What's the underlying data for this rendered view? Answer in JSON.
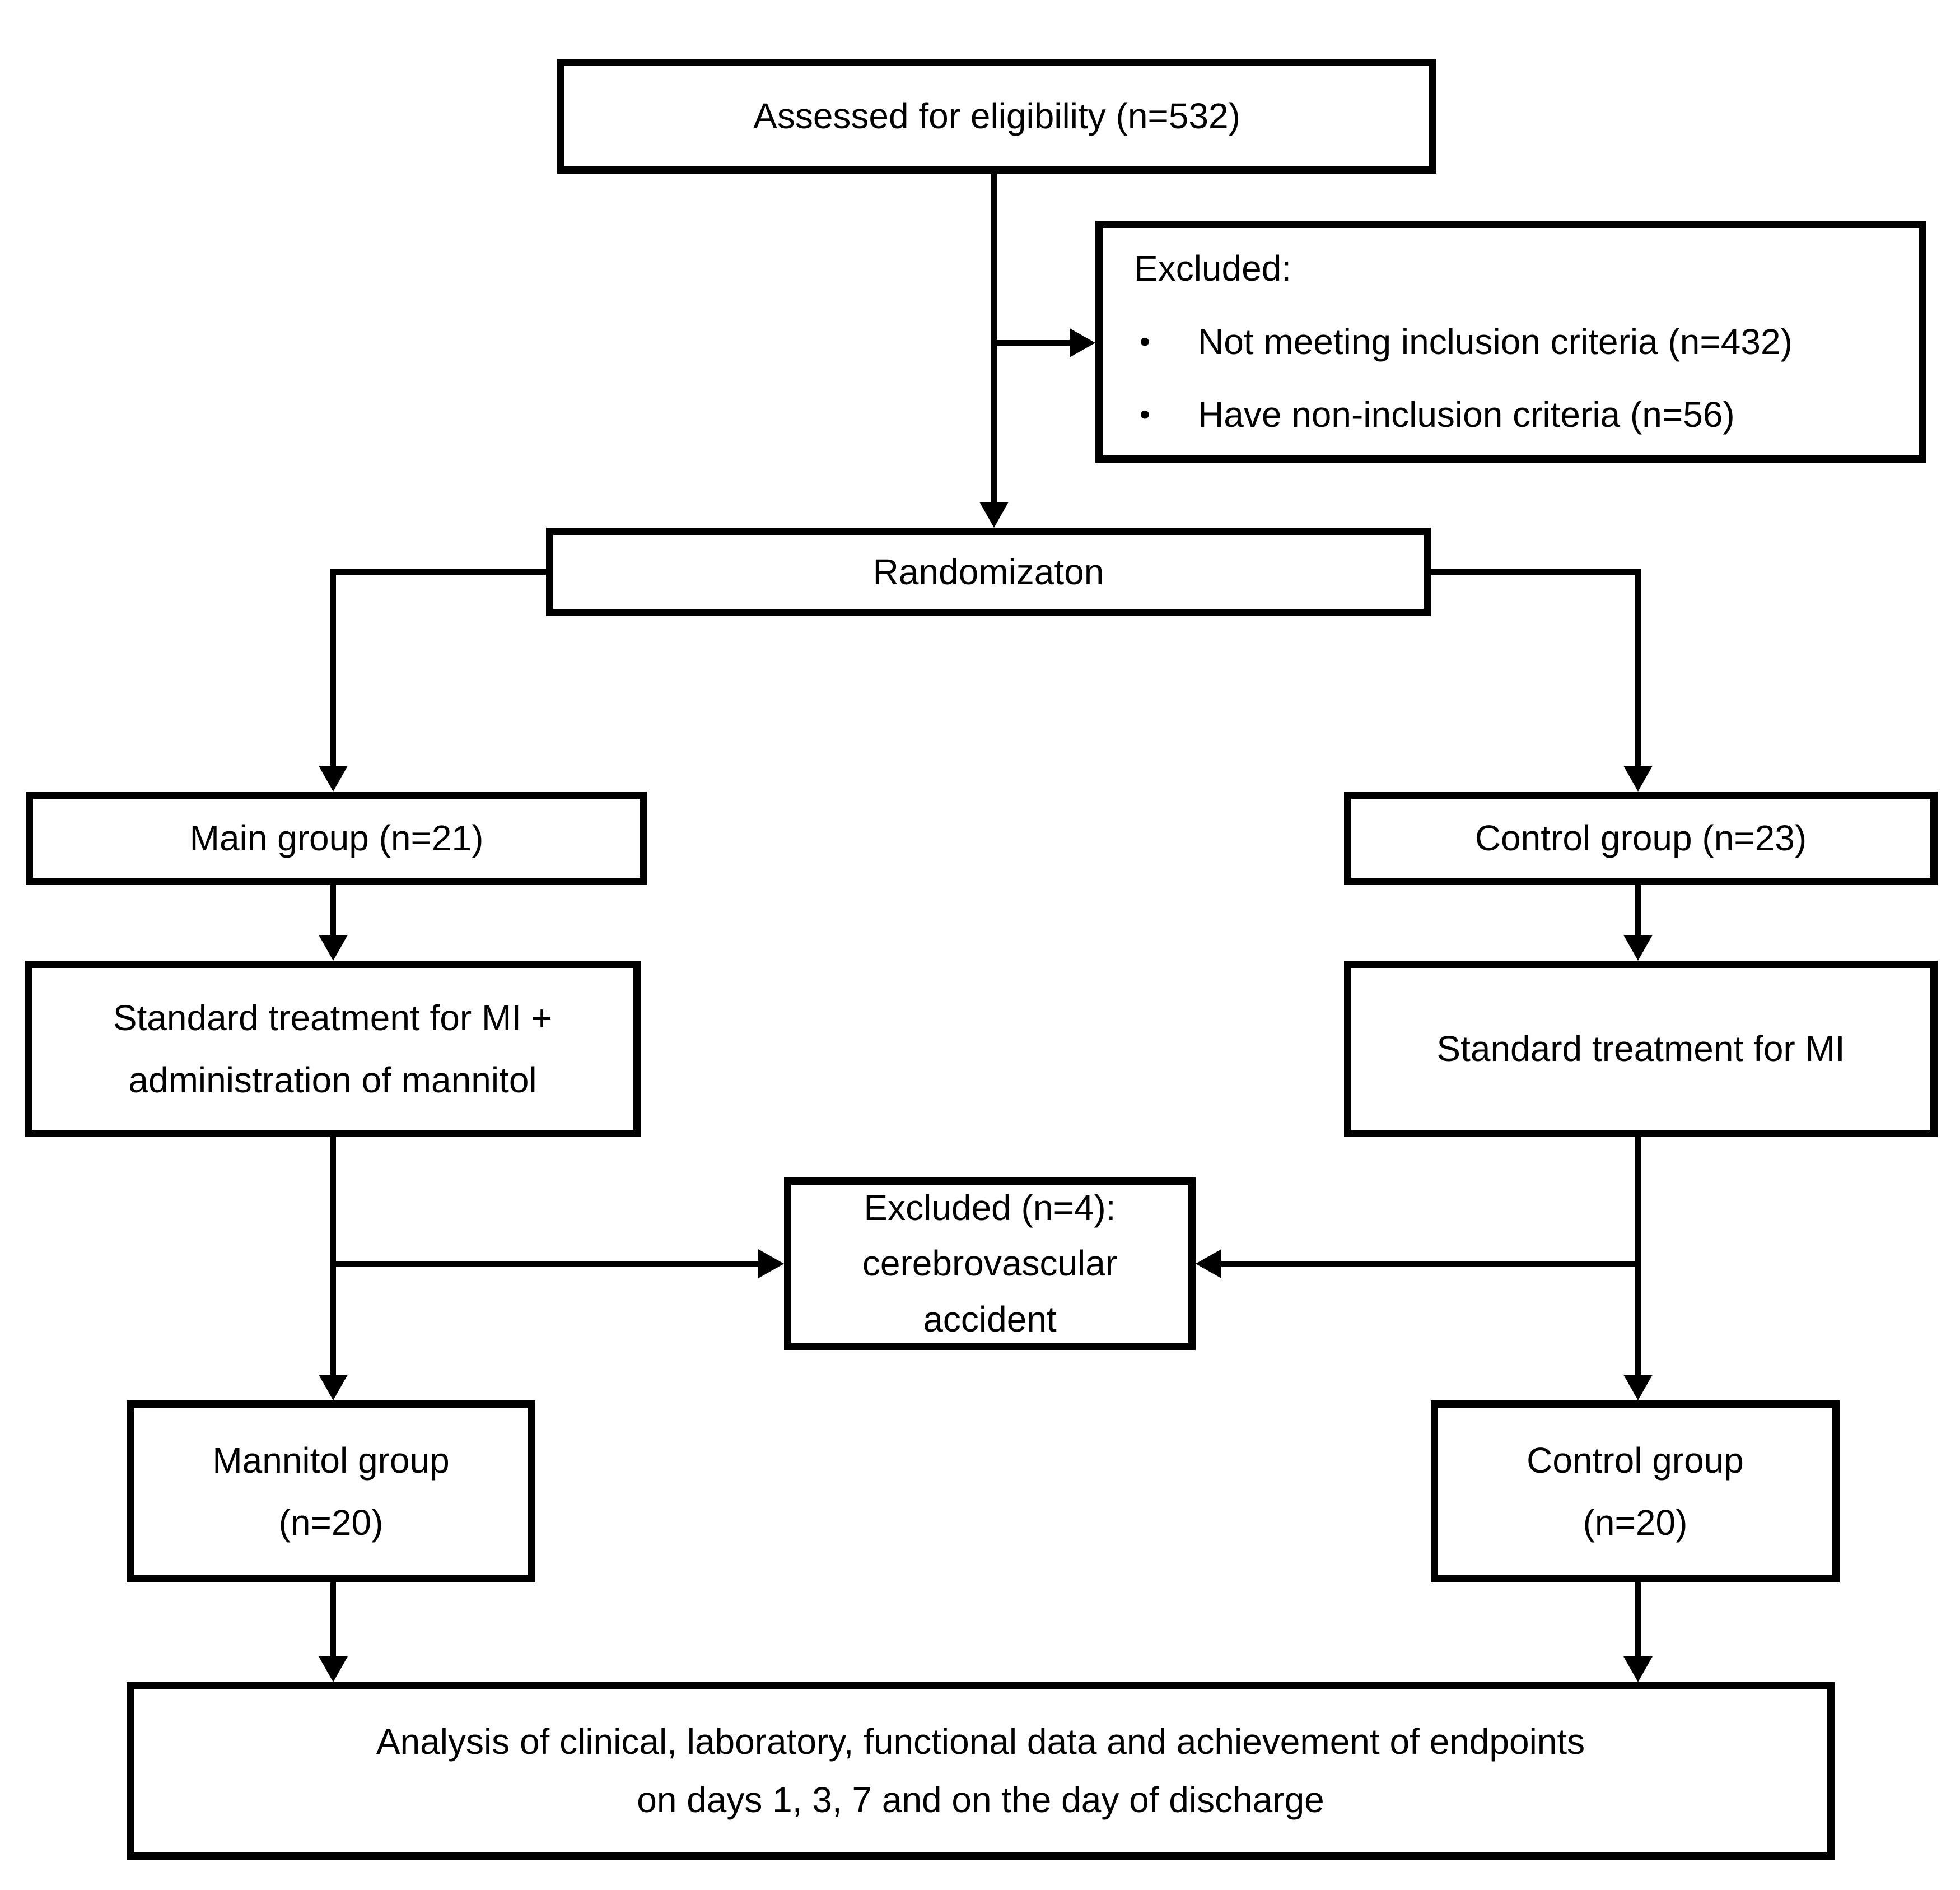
{
  "diagram": {
    "type": "consort-flowchart",
    "colors": {
      "line": "#000000",
      "box_background": "#ffffff",
      "text": "#000000"
    },
    "bullet_char": "•",
    "nodes": {
      "assessed": {
        "label": "Assessed for eligibility (n=532)"
      },
      "excluded_top": {
        "title": "Excluded:",
        "bullets": [
          "Not meeting inclusion criteria (n=432)",
          "Have non-inclusion criteria (n=56)"
        ]
      },
      "randomization": {
        "label": "Randomizaton"
      },
      "main_group": {
        "label": "Main group (n=21)"
      },
      "control_group": {
        "label": "Control group (n=23)"
      },
      "std_mannitol": {
        "lines": [
          "Standard treatment for MI +",
          "administration of mannitol"
        ]
      },
      "std_mi": {
        "label": "Standard treatment for MI"
      },
      "excluded_mid": {
        "lines": [
          "Excluded (n=4):",
          "cerebrovascular",
          "accident"
        ]
      },
      "mannitol_group": {
        "lines": [
          "Mannitol group",
          "(n=20)"
        ]
      },
      "control_group_final": {
        "lines": [
          "Control group",
          "(n=20)"
        ]
      },
      "analysis": {
        "lines": [
          "Analysis of clinical, laboratory, functional data and achievement of endpoints",
          "on days 1, 3, 7 and on the day of discharge"
        ]
      }
    }
  }
}
